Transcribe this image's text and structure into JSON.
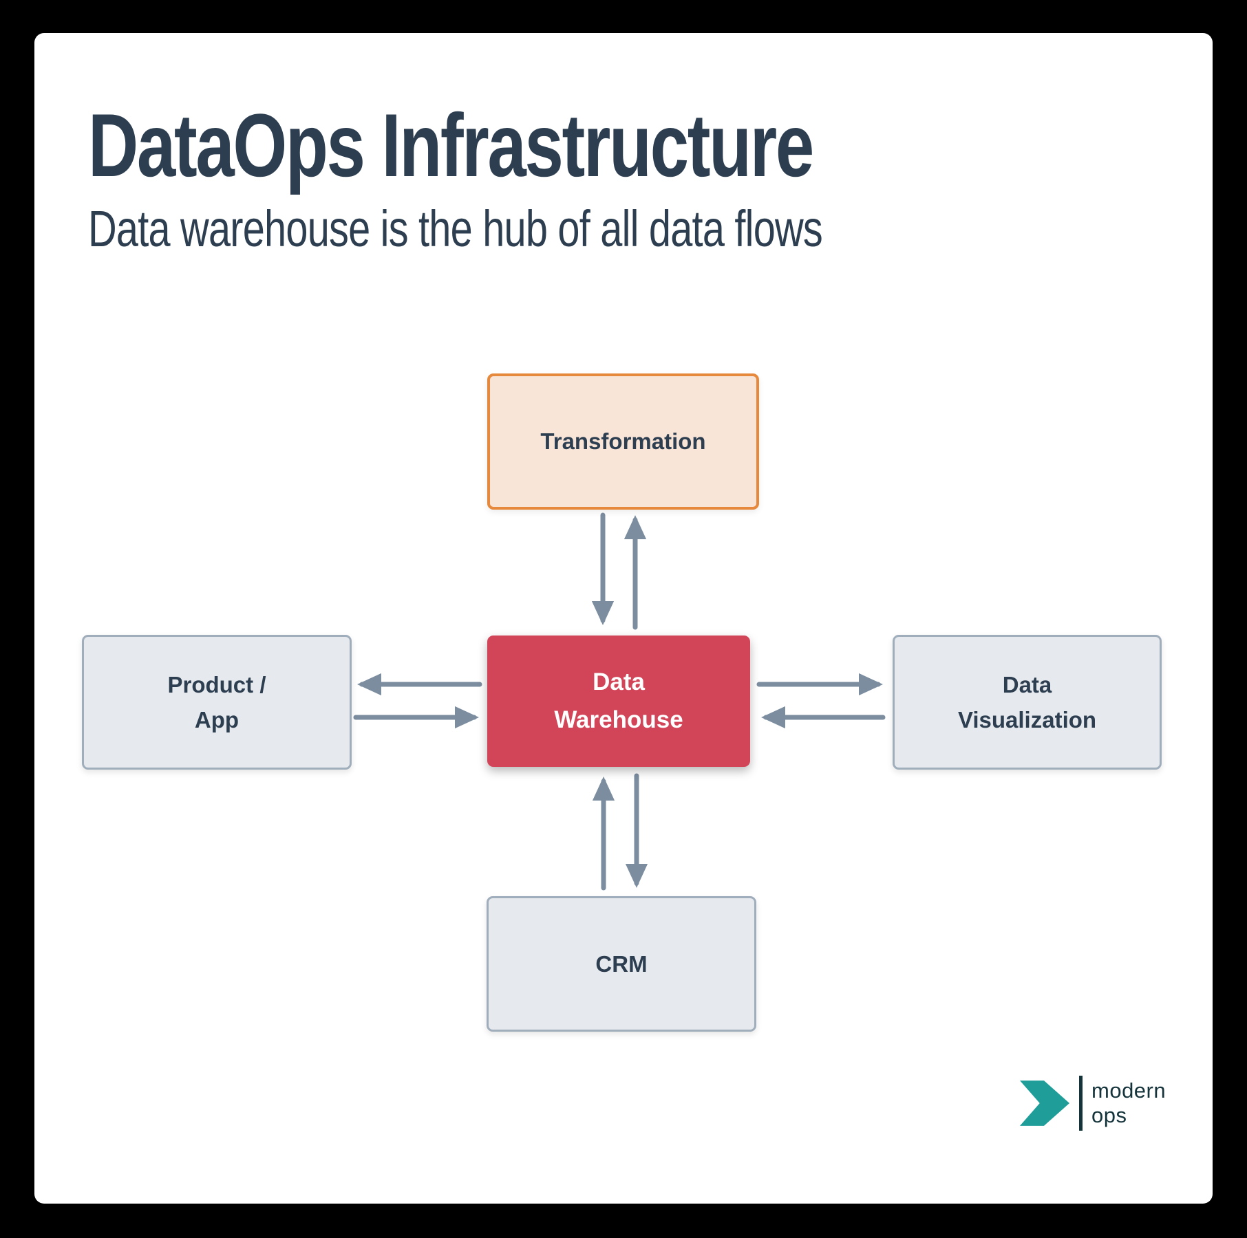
{
  "header": {
    "title": "DataOps Infrastructure",
    "subtitle": "Data warehouse is the hub of all data flows"
  },
  "diagram": {
    "nodes": [
      {
        "id": "transformation",
        "style": "orange",
        "lines": [
          "Transformation"
        ]
      },
      {
        "id": "product-app",
        "style": "gray",
        "lines": [
          "Product /",
          "App"
        ]
      },
      {
        "id": "data-warehouse",
        "style": "red",
        "lines": [
          "Data",
          "Warehouse"
        ]
      },
      {
        "id": "data-visualization",
        "style": "gray",
        "lines": [
          "Data",
          "Visualization"
        ]
      },
      {
        "id": "crm",
        "style": "gray",
        "lines": [
          "CRM"
        ]
      }
    ],
    "edges": [
      {
        "from": "transformation",
        "to": "data-warehouse",
        "bidirectional": true
      },
      {
        "from": "product-app",
        "to": "data-warehouse",
        "bidirectional": true
      },
      {
        "from": "data-visualization",
        "to": "data-warehouse",
        "bidirectional": true
      },
      {
        "from": "crm",
        "to": "data-warehouse",
        "bidirectional": true
      }
    ]
  },
  "logo": {
    "line1": "modern",
    "line2": "ops",
    "icon": "chevron-right-icon"
  },
  "colors": {
    "heading_text": "#2d3e50",
    "hub_fill": "#d24458",
    "hub_text": "#ffffff",
    "highlight_fill": "#f9e5d8",
    "highlight_border": "#e6893c",
    "node_fill": "#e6eaee",
    "node_border": "#a0aebc",
    "arrow": "#7c8da0",
    "logo_teal": "#1f9e99",
    "logo_dark": "#14333b",
    "canvas": "#ffffff",
    "frame": "#000000"
  }
}
